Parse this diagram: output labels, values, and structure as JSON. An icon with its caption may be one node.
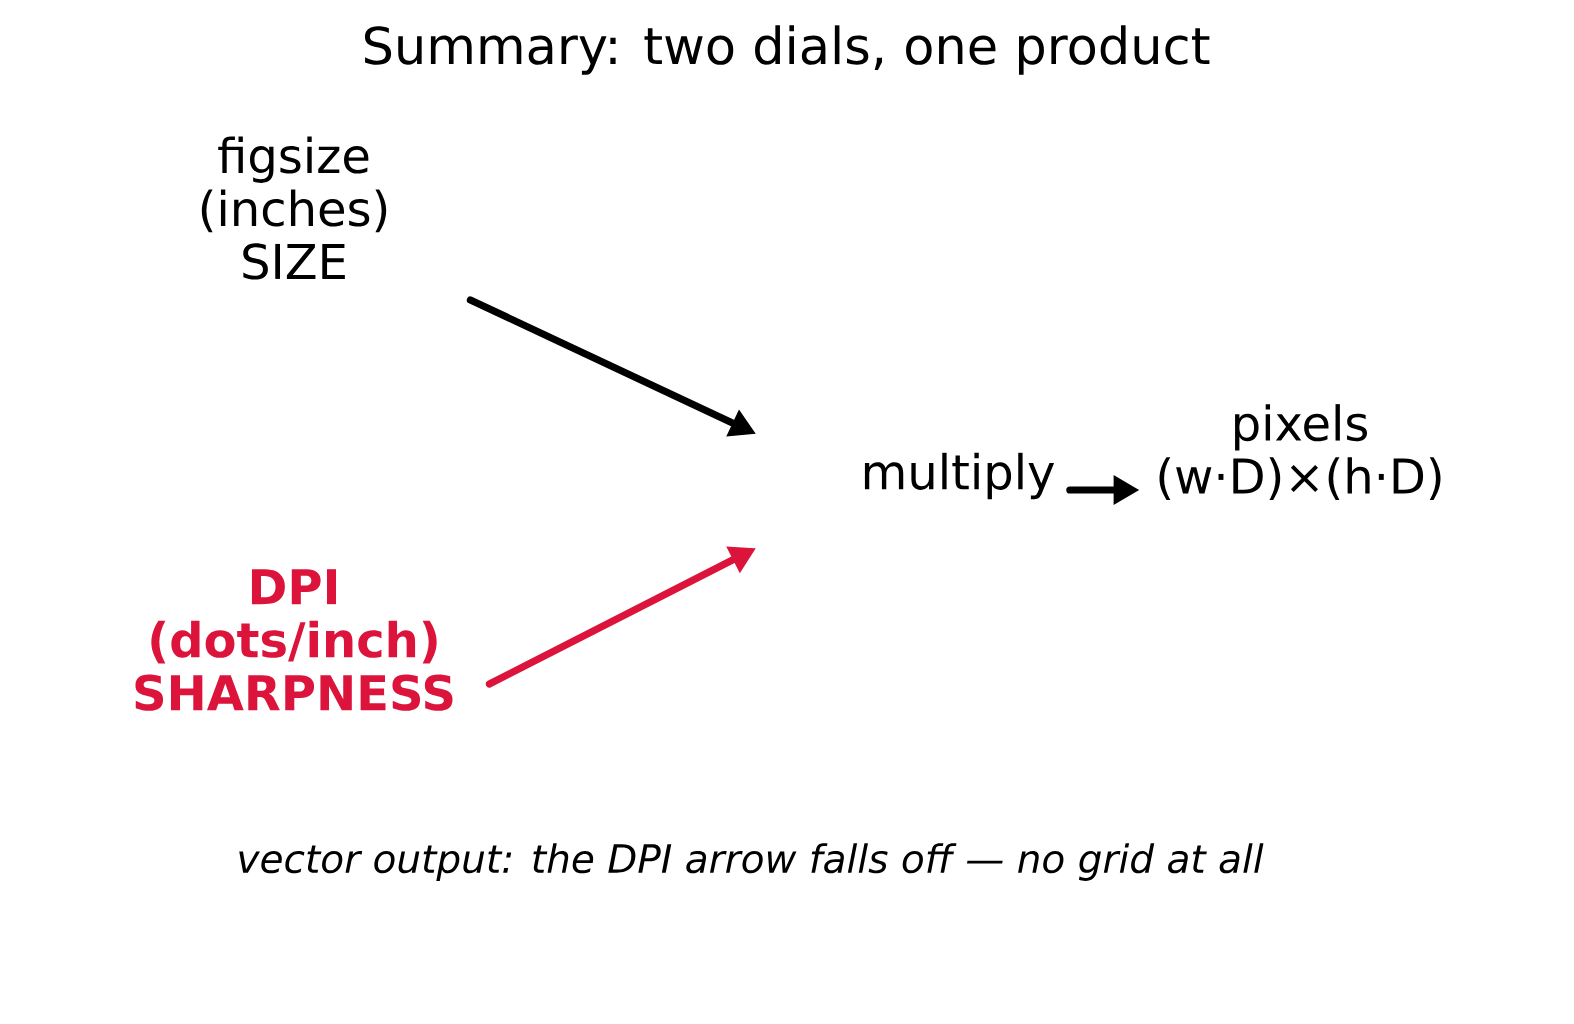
{
  "diagram": {
    "title": "Summary: two dials, one product",
    "nodes": [
      {
        "text": [
          "figsize (inches) SIZE"
        ]
      },
      {
        "text": [
          "DPI (dots/inch) SHARPNESS"
        ]
      },
      {
        "text": [
          "multiply"
        ]
      },
      {
        "text": [
          "pixels (w·D)×(h·D)"
        ]
      }
    ],
    "edges": [
      {
        "from": 0,
        "to": 2,
        "arrow": "to"
      },
      {
        "from": 1,
        "to": 2,
        "arrow": "to",
        "color": "#dc143c"
      },
      {
        "from": 2,
        "to": 3,
        "arrow": "to"
      }
    ],
    "labels": [
      "vector output: the DPI arrow falls off — no grid at all"
    ]
  }
}
